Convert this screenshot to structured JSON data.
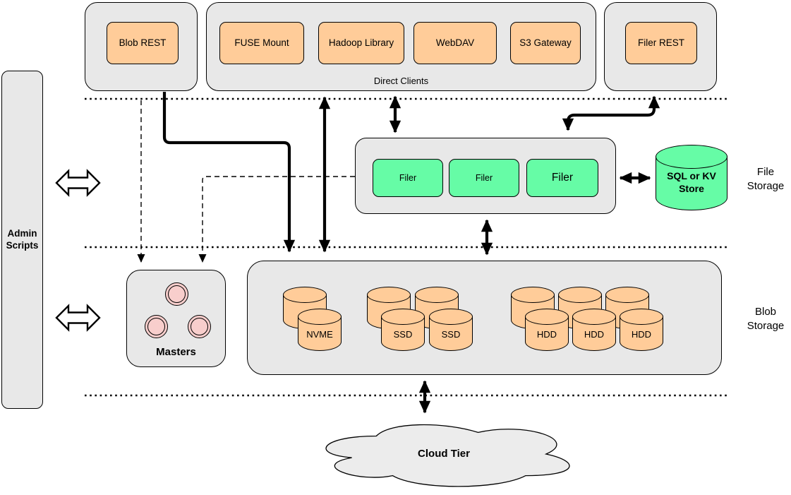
{
  "colors": {
    "container_gray": "#e8e8e8",
    "box_orange": "#ffcc99",
    "box_green": "#66fca6",
    "pink": "#f8cecc",
    "cloud_gray": "#ececec"
  },
  "admin_bar": {
    "label": "Admin Scripts"
  },
  "top": {
    "blob_rest": "Blob REST",
    "direct_clients_label": "Direct Clients",
    "clients": [
      "FUSE Mount",
      "Hadoop Library",
      "WebDAV",
      "S3 Gateway"
    ],
    "filer_rest": "Filer REST"
  },
  "file_storage": {
    "filers": [
      "Filer",
      "Filer",
      "Filer"
    ],
    "store": "SQL or KV Store",
    "section_label": "File Storage"
  },
  "blob_storage": {
    "masters": "Masters",
    "nvme": "NVME",
    "ssd": "SSD",
    "hdd": "HDD",
    "section_label": "Blob Storage"
  },
  "cloud": {
    "label": "Cloud Tier"
  }
}
